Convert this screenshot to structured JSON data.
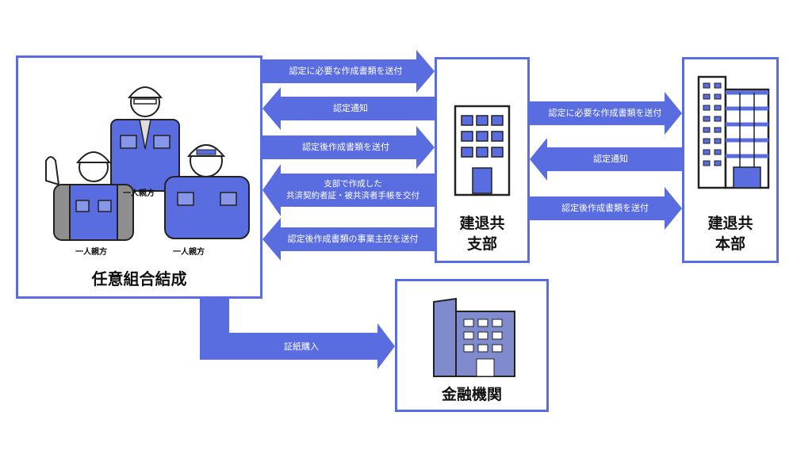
{
  "colors": {
    "accent": "#5a6de0",
    "building_fill": "#7f8bcc",
    "building_dark": "#3d4a8a"
  },
  "nodes": {
    "union": {
      "label": "任意組合結成"
    },
    "branch": {
      "label": "建退共\n支部"
    },
    "hq": {
      "label": "建退共\n本部"
    },
    "bank": {
      "label": "金融機関"
    }
  },
  "workers": {
    "caption_back": "一人親方",
    "caption_left": "一人親方",
    "caption_right": "一人親方"
  },
  "arrows": {
    "a1": "認定に必要な作成書類を送付",
    "a2": "認定通知",
    "a3": "認定後作成書類を送付",
    "a4": "支部で作成した\n共済契約者証・被共済者手帳を交付",
    "a5": "認定後作成書類の事業主控を送付",
    "b1": "認定に必要な作成書類を送付",
    "b2": "認定通知",
    "b3": "認定後作成書類を送付",
    "c1": "証紙購入"
  }
}
